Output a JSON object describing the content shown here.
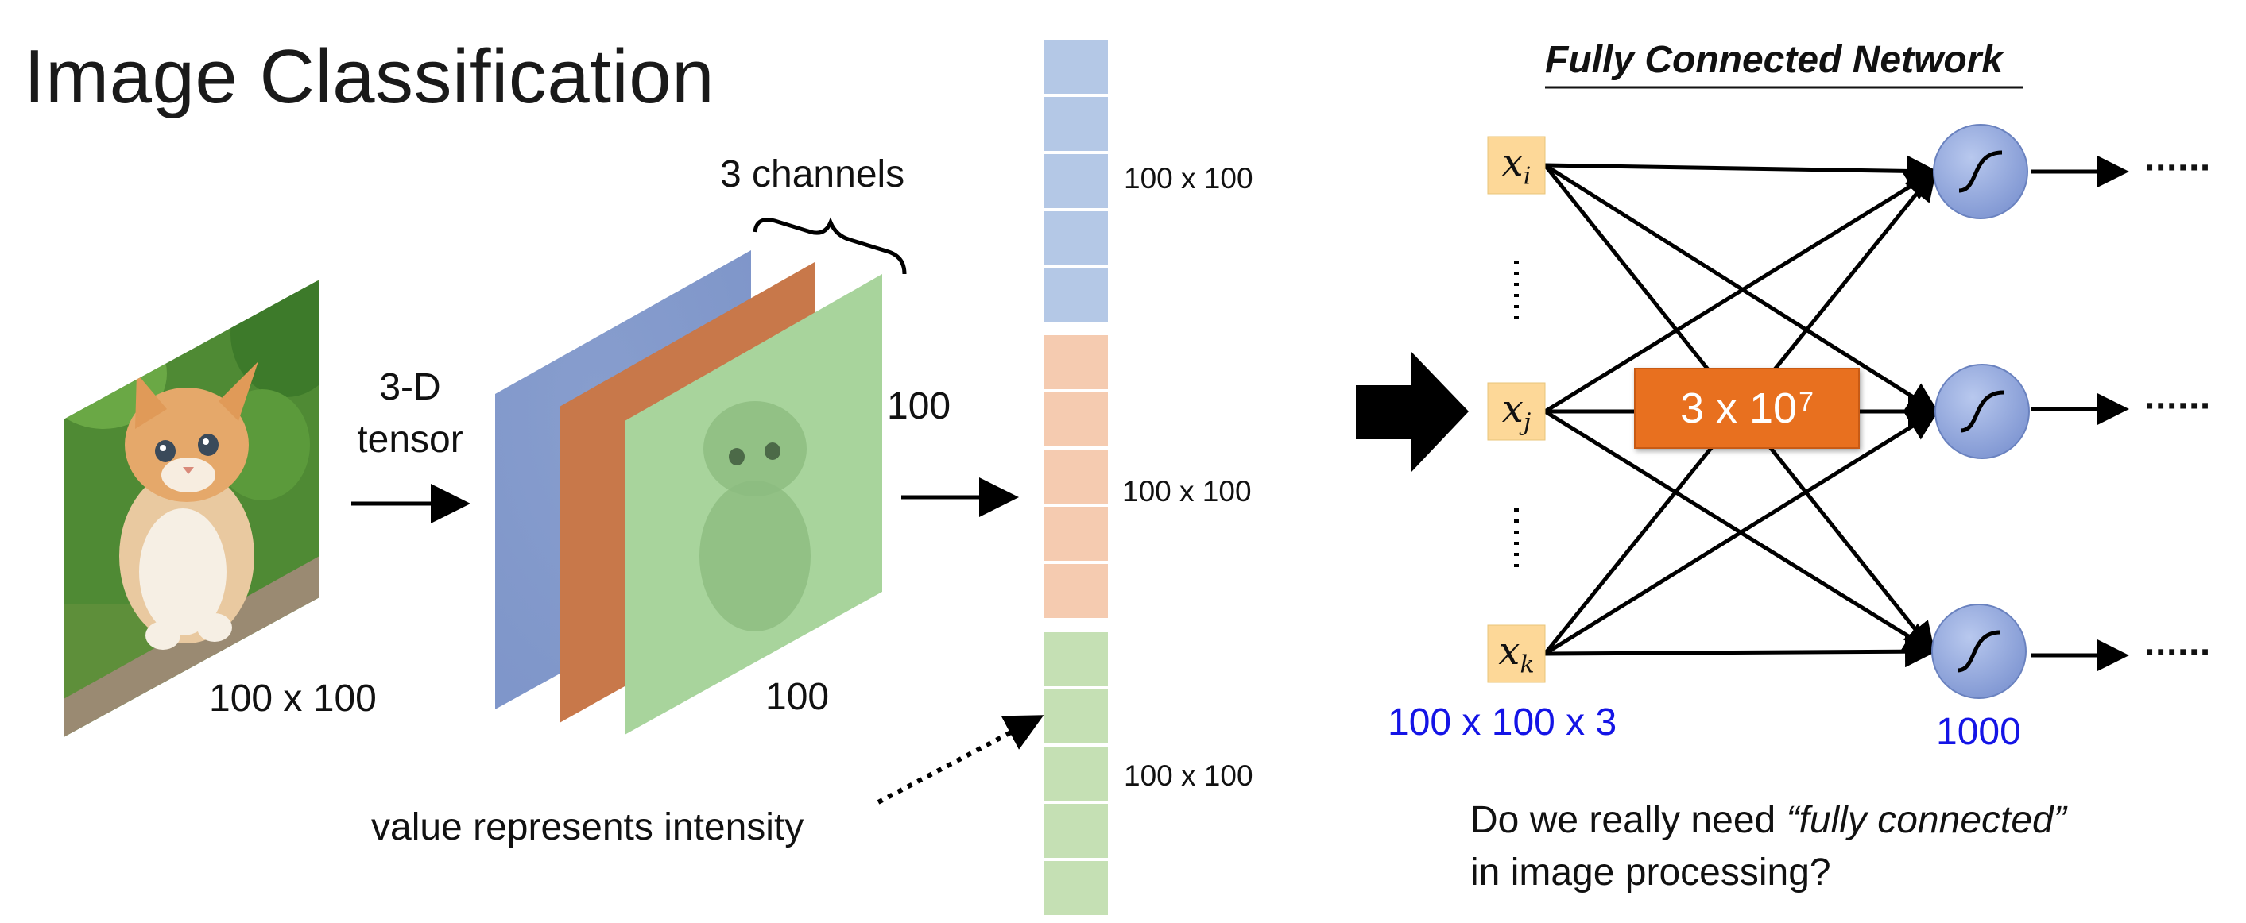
{
  "title": "Image Classification",
  "left_diagram": {
    "tensor_label_line1": "3-D",
    "tensor_label_line2": "tensor",
    "image_size_label": "100 x 100",
    "channels_label": "3 channels",
    "height_label": "100",
    "width_label": "100",
    "intensity_label": "value represents intensity"
  },
  "vector": {
    "segments": [
      {
        "label": "100 x 100",
        "color": "#b4c8e6"
      },
      {
        "label": "100 x 100",
        "color": "#f5cbb0"
      },
      {
        "label": "100 x 100",
        "color": "#c5e0b4"
      }
    ]
  },
  "fcn": {
    "title": "Fully Connected Network",
    "inputs": [
      {
        "symbol": "x",
        "subscript": "i"
      },
      {
        "symbol": "x",
        "subscript": "j"
      },
      {
        "symbol": "x",
        "subscript": "k"
      }
    ],
    "input_ellipsis": "······",
    "output_ellipsis": "······",
    "weights_base": "3 x 10",
    "weights_exp": "7",
    "input_count": "100 x 100 x 3",
    "output_count": "1000",
    "question_line1_prefix": "Do we really need ",
    "question_line1_emph": "“fully connected”",
    "question_line2": "in image processing?"
  },
  "colors": {
    "blue_channel": "#7f96c8",
    "orange_channel": "#c8784a",
    "green_channel": "#96c88c",
    "input_box": "#fdd898",
    "neuron": "#8fa6dc",
    "weights_box": "#e8701f",
    "count_text": "#1414e6"
  }
}
